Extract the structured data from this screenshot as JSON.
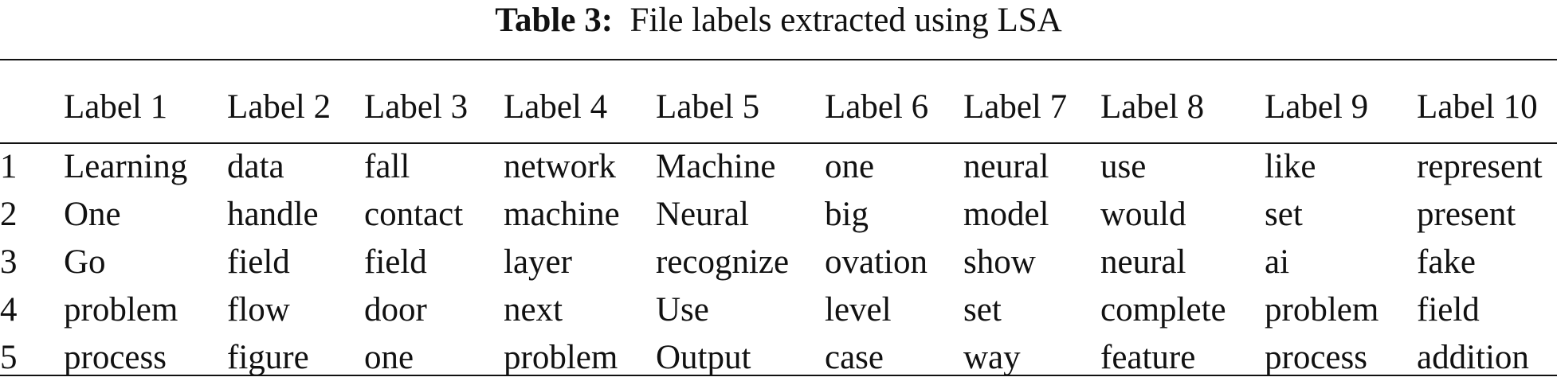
{
  "caption": {
    "label": "Table 3:",
    "text": "File labels extracted using LSA"
  },
  "table": {
    "columns": [
      "",
      "Label 1",
      "Label 2",
      "Label 3",
      "Label 4",
      "Label 5",
      "Label 6",
      "Label 7",
      "Label 8",
      "Label 9",
      "Label 10"
    ],
    "rows": [
      [
        "1",
        "Learning",
        "data",
        "fall",
        "network",
        "Machine",
        "one",
        "neural",
        "use",
        "like",
        "represent"
      ],
      [
        "2",
        "One",
        "handle",
        "contact",
        "machine",
        "Neural",
        "big",
        "model",
        "would",
        "set",
        "present"
      ],
      [
        "3",
        "Go",
        "field",
        "field",
        "layer",
        "recognize",
        "ovation",
        "show",
        "neural",
        "ai",
        "fake"
      ],
      [
        "4",
        "problem",
        "flow",
        "door",
        "next",
        "Use",
        "level",
        "set",
        "complete",
        "problem",
        "field"
      ],
      [
        "5",
        "process",
        "figure",
        "one",
        "problem",
        "Output",
        "case",
        "way",
        "feature",
        "process",
        "addition"
      ]
    ]
  }
}
